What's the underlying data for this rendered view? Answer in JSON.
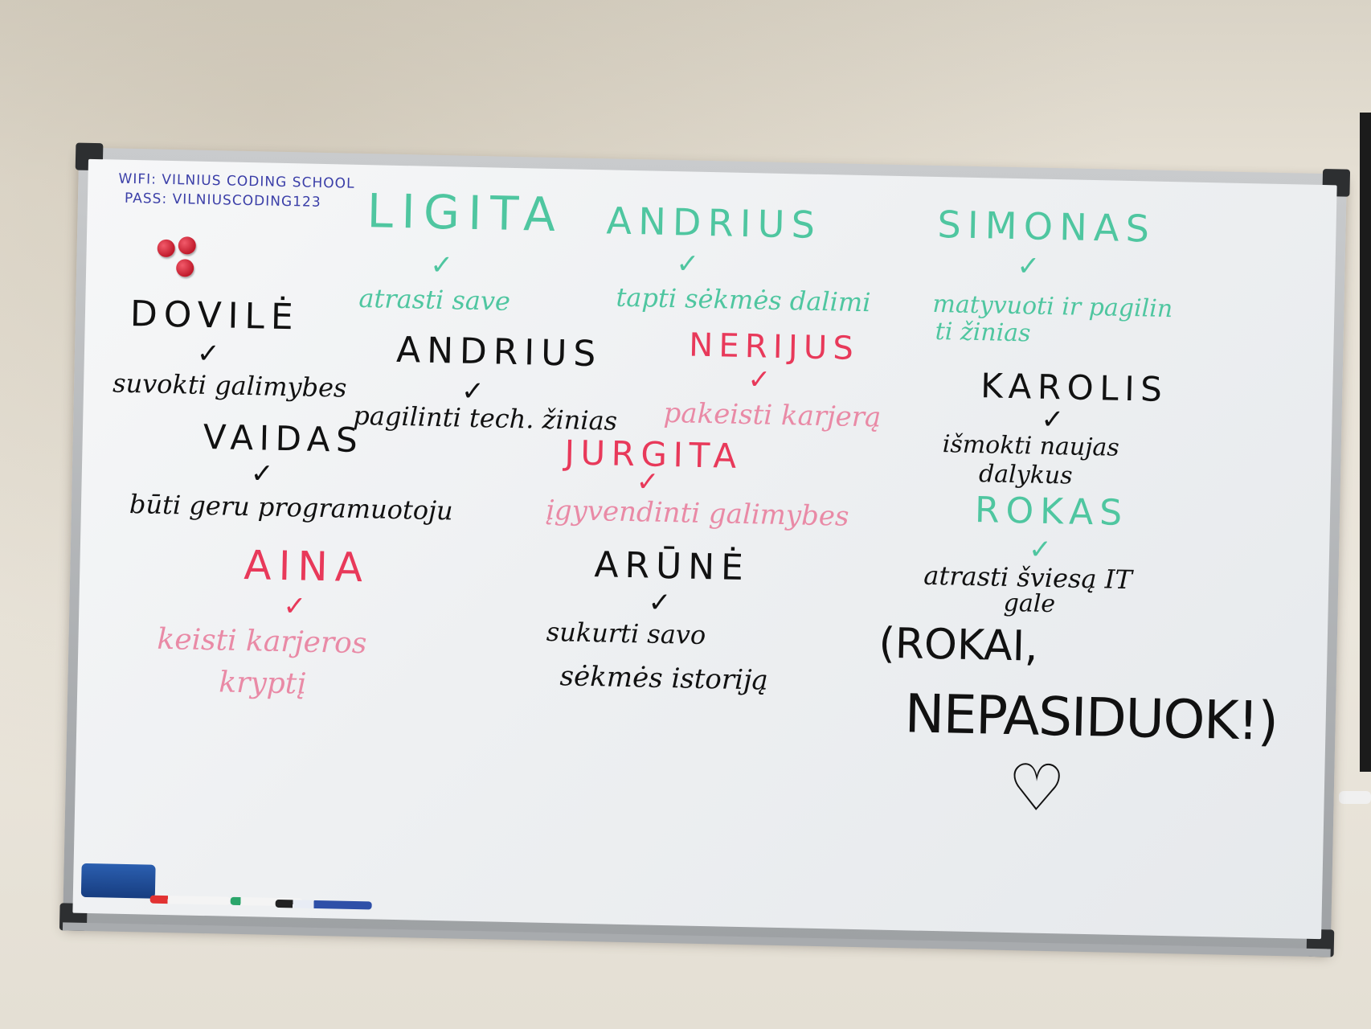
{
  "wifi": {
    "line1": "WIFI: VILNIUS CODING SCHOOL",
    "line2": "PASS: VILNIUSCODING123"
  },
  "colors": {
    "black": "#111111",
    "green": "#4fc6a0",
    "red": "#e8395a",
    "pink": "#e98aa6",
    "blue": "#3b3fa8"
  },
  "entries": {
    "ligita": {
      "name": "LIGITA",
      "goal": "atrasti save"
    },
    "andrius_top": {
      "name": "ANDRIUS",
      "goal": "tapti sėkmės dalimi"
    },
    "simonas": {
      "name": "SIMONAS",
      "goal_line1": "matyvuoti ir pagilin",
      "goal_line2": "ti žinias"
    },
    "dovile": {
      "name": "DOVILĖ",
      "goal": "suvokti galimybes"
    },
    "andrius": {
      "name": "ANDRIUS",
      "goal": "pagilinti tech. žinias"
    },
    "nerijus": {
      "name": "NERIJUS",
      "goal": "pakeisti karjerą"
    },
    "karolis": {
      "name": "KAROLIS",
      "goal_line1": "išmokti naujas",
      "goal_line2": "dalykus"
    },
    "vaidas": {
      "name": "VAIDAS",
      "goal": "būti geru programuotoju"
    },
    "jurgita": {
      "name": "JURGITA",
      "goal": "įgyvendinti galimybes"
    },
    "rokas": {
      "name": "ROKAS",
      "goal_line1": "atrasti šviesą IT",
      "goal_line2": "gale"
    },
    "aina": {
      "name": "AINA",
      "goal_line1": "keisti karjeros",
      "goal_line2": "kryptį"
    },
    "arune": {
      "name": "ARŪNĖ",
      "goal_line1": "sukurti savo",
      "goal_line2": "sėkmės istoriją"
    }
  },
  "note": {
    "line1": "(ROKAI,",
    "line2": "NEPASIDUOK!)"
  },
  "check_glyph": "✓",
  "heart_glyph": "♡"
}
